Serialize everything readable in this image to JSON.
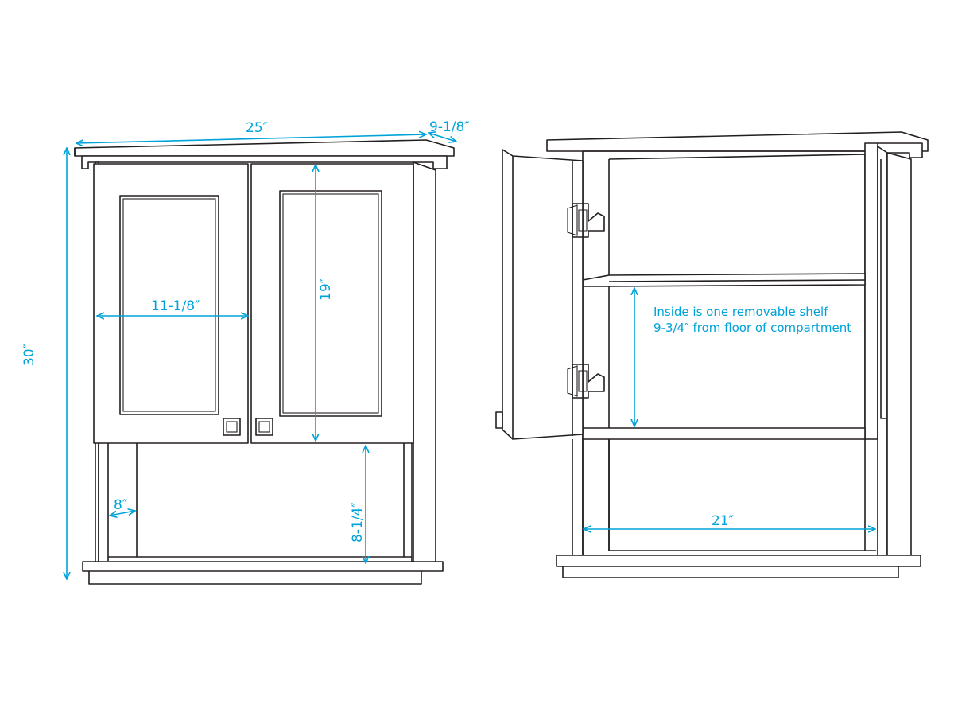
{
  "dimensions": {
    "overall_width": "25″",
    "depth": "9-1/8″",
    "overall_height": "30″",
    "door_width": "11-1/8″",
    "door_height": "19″",
    "open_shelf_height": "8-1/4″",
    "side_opening": "8″",
    "interior_width": "21″"
  },
  "note": {
    "line1": "Inside is one removable shelf",
    "line2": "9-3/4″ from floor of compartment"
  },
  "colors": {
    "line": "#231f20",
    "dimension": "#00a3d9",
    "background": "#ffffff"
  }
}
